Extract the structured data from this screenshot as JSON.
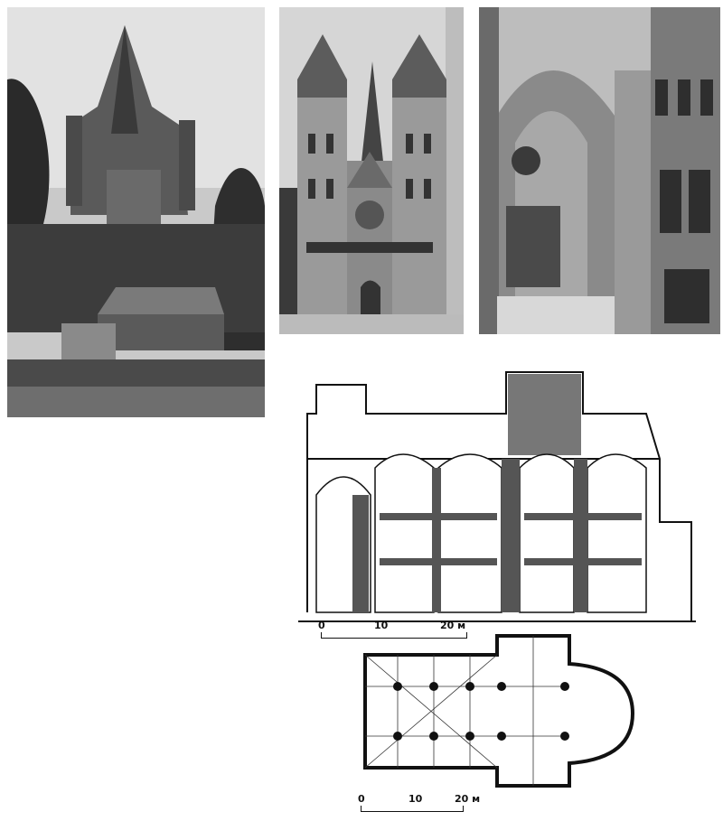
{
  "figures": {
    "exterior_photo": {
      "icon": "cathedral-exterior-photo"
    },
    "facade_photo": {
      "icon": "cathedral-facade-photo"
    },
    "interior_photo": {
      "icon": "cathedral-interior-photo"
    },
    "section_drawing": {
      "icon": "longitudinal-section-drawing",
      "scale": {
        "zero": "0",
        "mid": "10",
        "end": "20 м"
      }
    },
    "plan_drawing": {
      "icon": "floor-plan-drawing",
      "scale": {
        "zero": "0",
        "mid": "10",
        "end": "20 м"
      }
    }
  }
}
